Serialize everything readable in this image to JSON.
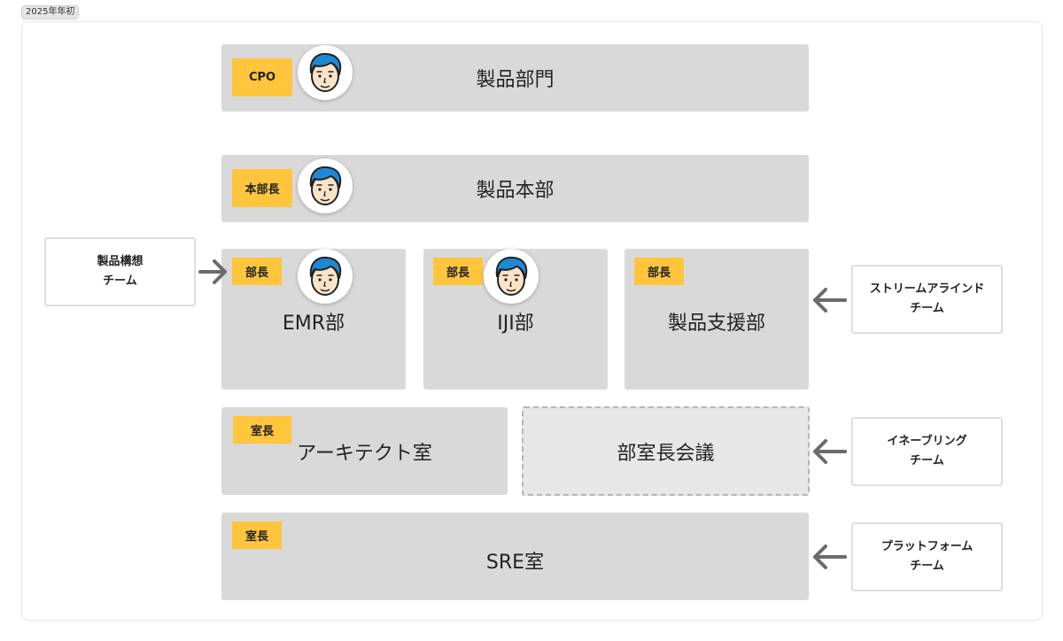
{
  "tag": "2025年年初",
  "boxes": {
    "cpo": {
      "title": "製品部門",
      "badge": "CPO"
    },
    "honbu": {
      "title": "製品本部",
      "badge": "本部長"
    },
    "emr": {
      "title": "EMR部",
      "badge": "部長"
    },
    "iji": {
      "title": "IJI部",
      "badge": "部長"
    },
    "shien": {
      "title": "製品支援部",
      "badge": "部長"
    },
    "arch": {
      "title": "アーキテクト室",
      "badge": "室長"
    },
    "kaigi": {
      "title": "部室長会議"
    },
    "sre": {
      "title": "SRE室",
      "badge": "室長"
    }
  },
  "side_teams": {
    "kousou": {
      "line1": "製品構想",
      "line2": "チーム"
    },
    "stream": {
      "line1": "ストリームアラインド",
      "line2": "チーム"
    },
    "enabling": {
      "line1": "イネーブリング",
      "line2": "チーム"
    },
    "platform": {
      "line1": "プラットフォーム",
      "line2": "チーム"
    }
  },
  "icons": {
    "avatar": "person-avatar-icon",
    "arrow": "arrow-icon"
  },
  "colors": {
    "box": "#d9d9d9",
    "badge": "#ffc53d",
    "hair": "#1e88d6",
    "arrow": "#6b6b6b"
  }
}
